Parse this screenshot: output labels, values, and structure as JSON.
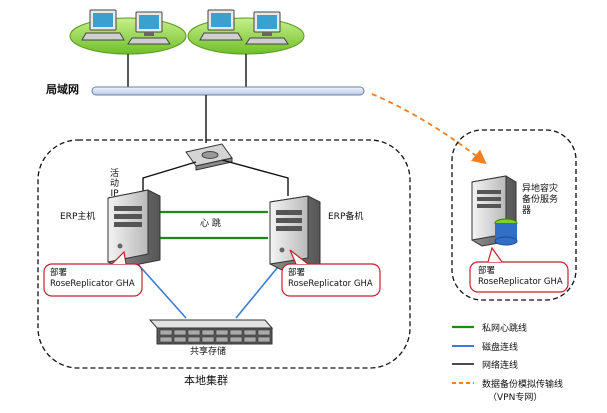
{
  "lan_label": "局域网",
  "active_ip": "活\n动\nIP",
  "erp_primary": "ERP主机",
  "erp_backup": "ERP备机",
  "heartbeat": "心 跳",
  "shared_storage": "共享存储",
  "local_cluster": "本地集群",
  "remote_server": "异地容灾\n备份服务\n器",
  "deploy_primary": {
    "line1": "部署",
    "line2": "RoseReplicator GHA"
  },
  "deploy_backup": {
    "line1": "部署",
    "line2": "RoseReplicator GHA"
  },
  "deploy_remote": {
    "line1": "部署",
    "line2": "RoseReplicator GHA"
  },
  "legend": [
    {
      "label": "私网心跳线",
      "color": "#1a8a1a",
      "style": "solid"
    },
    {
      "label": "磁盘连线",
      "color": "#3a7bd5",
      "style": "solid"
    },
    {
      "label": "网络连线",
      "color": "#111111",
      "style": "solid"
    },
    {
      "label": "数据备份模拟传输线",
      "color": "#f08020",
      "style": "dashed"
    }
  ],
  "legend_note": "（VPN专网）",
  "colors": {
    "heartbeat": "#1a8a1a",
    "disk": "#3a7bd5",
    "network": "#111111",
    "backup": "#f08020",
    "deploy_border": "#c0202a"
  }
}
